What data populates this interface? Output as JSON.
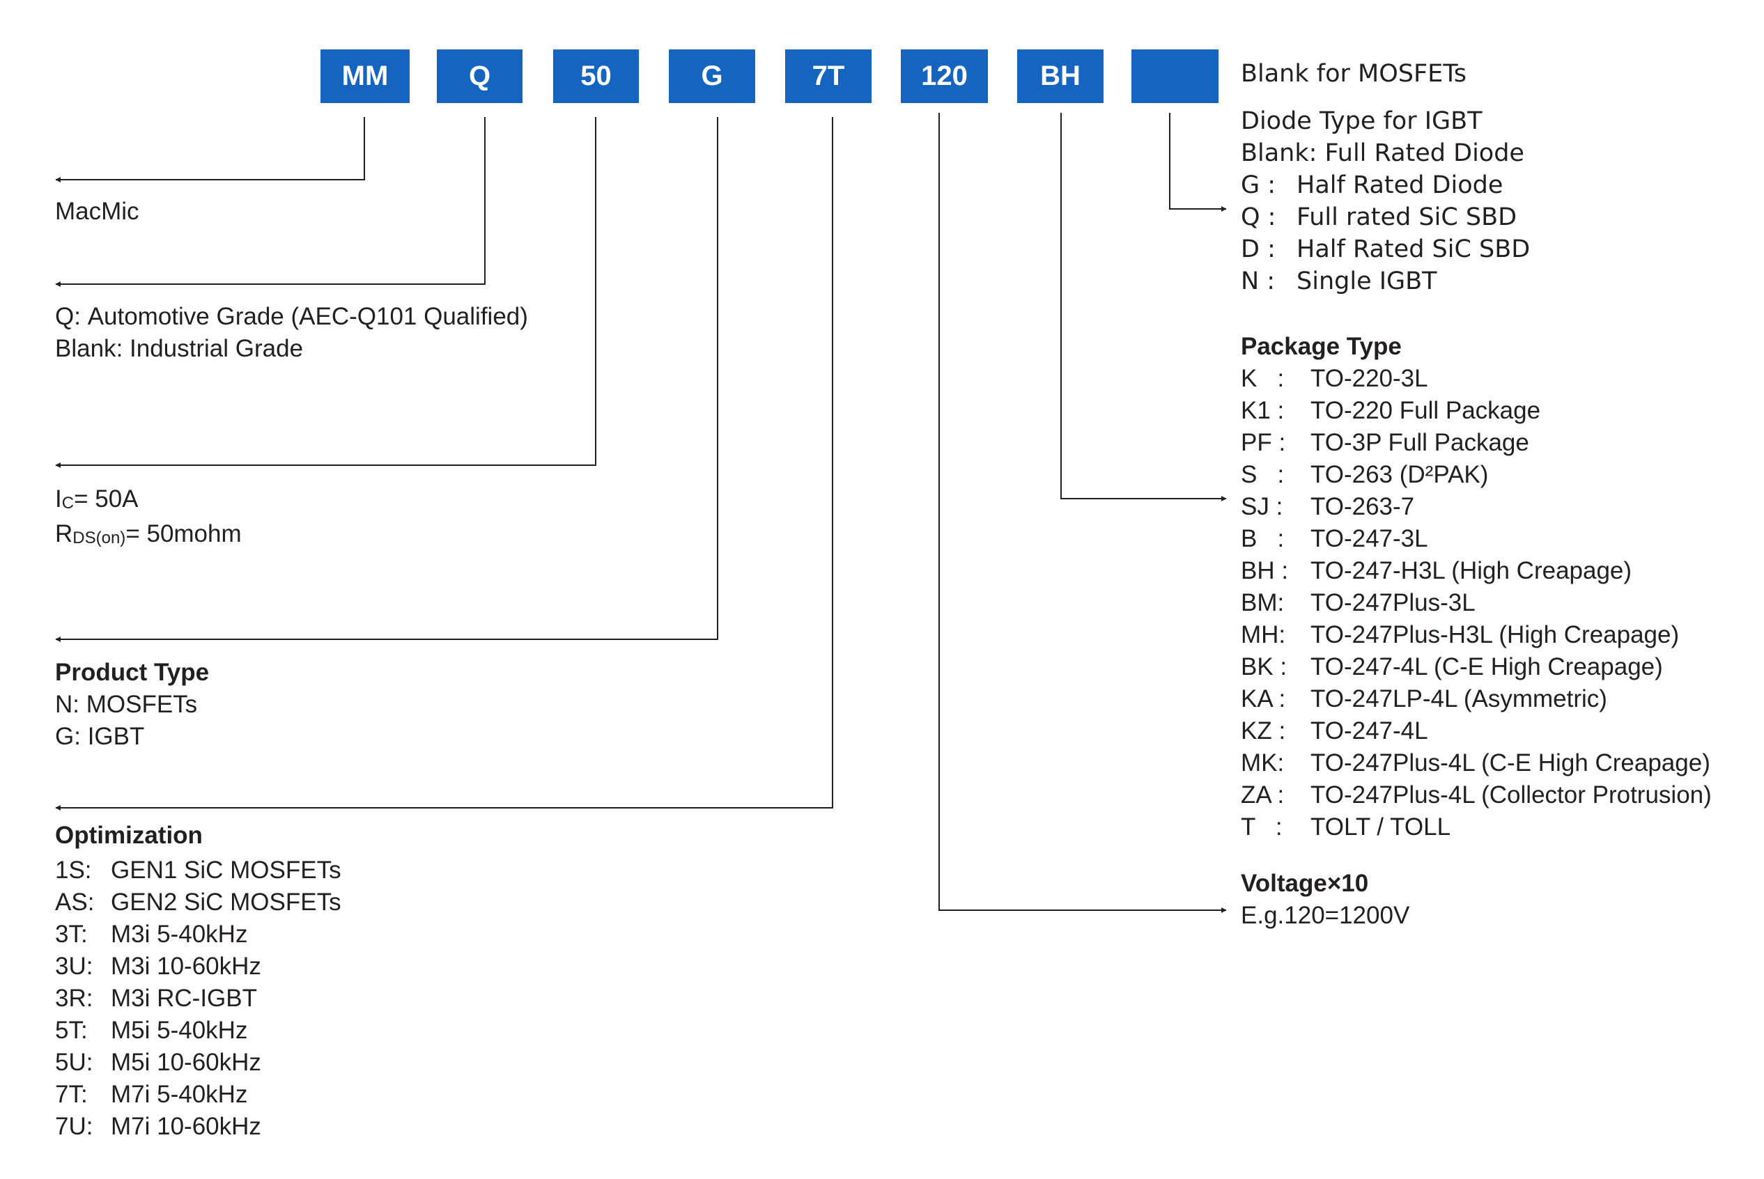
{
  "boxes": [
    {
      "id": "mm",
      "label": "MM"
    },
    {
      "id": "q",
      "label": "Q"
    },
    {
      "id": "50",
      "label": "50"
    },
    {
      "id": "g",
      "label": "G"
    },
    {
      "id": "7t",
      "label": "7T"
    },
    {
      "id": "120",
      "label": "120"
    },
    {
      "id": "bh",
      "label": "BH"
    },
    {
      "id": "blank",
      "label": ""
    }
  ],
  "brand": {
    "text": "MacMic"
  },
  "grade": {
    "q_code": "Q",
    "q_text": "Automotive Grade (AEC-Q101 Qualified)",
    "blank_code": "Blank",
    "blank_text": "Industrial Grade"
  },
  "rating": {
    "ic_main": "I",
    "ic_sub": "C",
    "ic_value": "= 50A",
    "rds_main": "R",
    "rds_sub": "DS(on)",
    "rds_value": "= 50mohm"
  },
  "product_type": {
    "title": "Product Type",
    "items": [
      {
        "code": "N",
        "text": "MOSFETs"
      },
      {
        "code": "G",
        "text": "IGBT"
      }
    ]
  },
  "optimization": {
    "title": "Optimization",
    "items": [
      {
        "code": "1S:",
        "text": "GEN1 SiC MOSFETs"
      },
      {
        "code": "AS:",
        "text": "GEN2 SiC MOSFETs"
      },
      {
        "code": "3T:",
        "text": "M3i 5-40kHz"
      },
      {
        "code": "3U:",
        "text": "M3i 10-60kHz"
      },
      {
        "code": "3R:",
        "text": "M3i RC-IGBT"
      },
      {
        "code": "5T:",
        "text": "M5i 5-40kHz"
      },
      {
        "code": "5U:",
        "text": "M5i 10-60kHz"
      },
      {
        "code": "7T:",
        "text": "M7i 5-40kHz"
      },
      {
        "code": "7U:",
        "text": "M7i 10-60kHz"
      }
    ]
  },
  "mosfet_blank": {
    "text": "Blank for MOSFETs"
  },
  "diode_type": {
    "title": "Diode Type for IGBT",
    "blank_line": "Blank: Full Rated Diode",
    "items": [
      {
        "code": "G :",
        "text": "Half Rated Diode"
      },
      {
        "code": "Q :",
        "text": "Full rated SiC SBD"
      },
      {
        "code": "D :",
        "text": "Half Rated SiC SBD"
      },
      {
        "code": "N :",
        "text": "Single IGBT"
      }
    ]
  },
  "package_type": {
    "title": "Package Type",
    "items": [
      {
        "code": "K   :",
        "text": "TO-220-3L"
      },
      {
        "code": "K1 :",
        "text": "TO-220 Full Package"
      },
      {
        "code": "PF :",
        "text": "TO-3P Full Package"
      },
      {
        "code": "S   :",
        "text": "TO-263 (D²PAK)"
      },
      {
        "code": "SJ :",
        "text": "TO-263-7"
      },
      {
        "code": "B   :",
        "text": "TO-247-3L"
      },
      {
        "code": "BH :",
        "text": "TO-247-H3L (High Creapage)"
      },
      {
        "code": "BM:",
        "text": "TO-247Plus-3L"
      },
      {
        "code": "MH:",
        "text": "TO-247Plus-H3L (High Creapage)"
      },
      {
        "code": "BK :",
        "text": "TO-247-4L (C-E High Creapage)"
      },
      {
        "code": "KA :",
        "text": "TO-247LP-4L (Asymmetric)"
      },
      {
        "code": "KZ :",
        "text": "TO-247-4L"
      },
      {
        "code": "MK:",
        "text": "TO-247Plus-4L (C-E High Creapage)"
      },
      {
        "code": "ZA :",
        "text": "TO-247Plus-4L (Collector Protrusion)"
      },
      {
        "code": "T   :",
        "text": "TOLT / TOLL"
      }
    ]
  },
  "voltage": {
    "title": "Voltage×10",
    "example": "E.g.120=1200V"
  },
  "colors": {
    "box": "#1565c0",
    "line": "#231f20",
    "text": "#231f20"
  }
}
